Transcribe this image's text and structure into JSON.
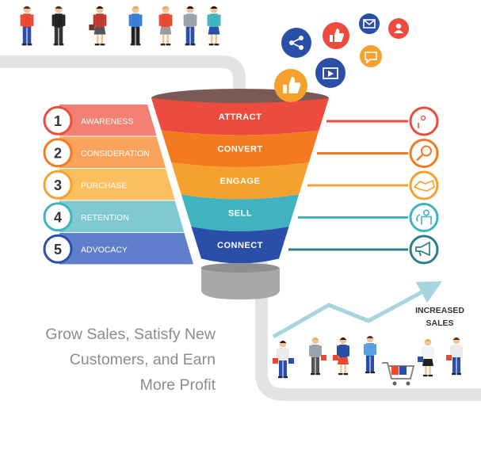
{
  "stages": [
    {
      "number": "1",
      "label": "AWARENESS",
      "color": "#f47f73",
      "ring": "#ec4b3d"
    },
    {
      "number": "2",
      "label": "CONSIDERATION",
      "color": "#f9a35c",
      "ring": "#f47a22"
    },
    {
      "number": "3",
      "label": "PURCHASE",
      "color": "#fbbf60",
      "ring": "#f5a12d"
    },
    {
      "number": "4",
      "label": "RETENTION",
      "color": "#7fcad2",
      "ring": "#3fb3bf"
    },
    {
      "number": "5",
      "label": "ADVOCACY",
      "color": "#5f7ecb",
      "ring": "#2b4ea8"
    }
  ],
  "funnel": [
    {
      "label": "ATTRACT",
      "color": "#ec4b3d"
    },
    {
      "label": "CONVERT",
      "color": "#f47a22"
    },
    {
      "label": "ENGAGE",
      "color": "#f5a12d"
    },
    {
      "label": "SELL",
      "color": "#3fb3bf"
    },
    {
      "label": "CONNECT",
      "color": "#2b4ea8"
    }
  ],
  "side_icons": [
    {
      "name": "idea-head-icon",
      "color": "#ec4b3d"
    },
    {
      "name": "magnifier-icon",
      "color": "#f47a22"
    },
    {
      "name": "handshake-icon",
      "color": "#f5a12d"
    },
    {
      "name": "support-person-icon",
      "color": "#3fb3bf"
    },
    {
      "name": "megaphone-icon",
      "color": "#2b7f86"
    }
  ],
  "social_icons": [
    {
      "name": "share-icon",
      "color": "#2b4ea8"
    },
    {
      "name": "thumbs-up-icon",
      "color": "#ec4b3d"
    },
    {
      "name": "mail-icon",
      "color": "#2b4ea8"
    },
    {
      "name": "user-icon",
      "color": "#ec4b3d"
    },
    {
      "name": "video-icon",
      "color": "#2b4ea8"
    },
    {
      "name": "chat-icon",
      "color": "#f5a12d"
    },
    {
      "name": "thumbs-up-icon",
      "color": "#f5a12d"
    }
  ],
  "increased_sales": {
    "line1": "INCREASED",
    "line2": "SALES"
  },
  "tagline": {
    "line1": "Grow Sales, Satisfy New",
    "line2": "Customers, and Earn",
    "line3": "More Profit"
  },
  "colors": {
    "pipe": "#e3e3e3",
    "funnel_neck": "#a9a9a9",
    "funnel_rim": "#7b5a55",
    "trend": "#a8d4de"
  }
}
